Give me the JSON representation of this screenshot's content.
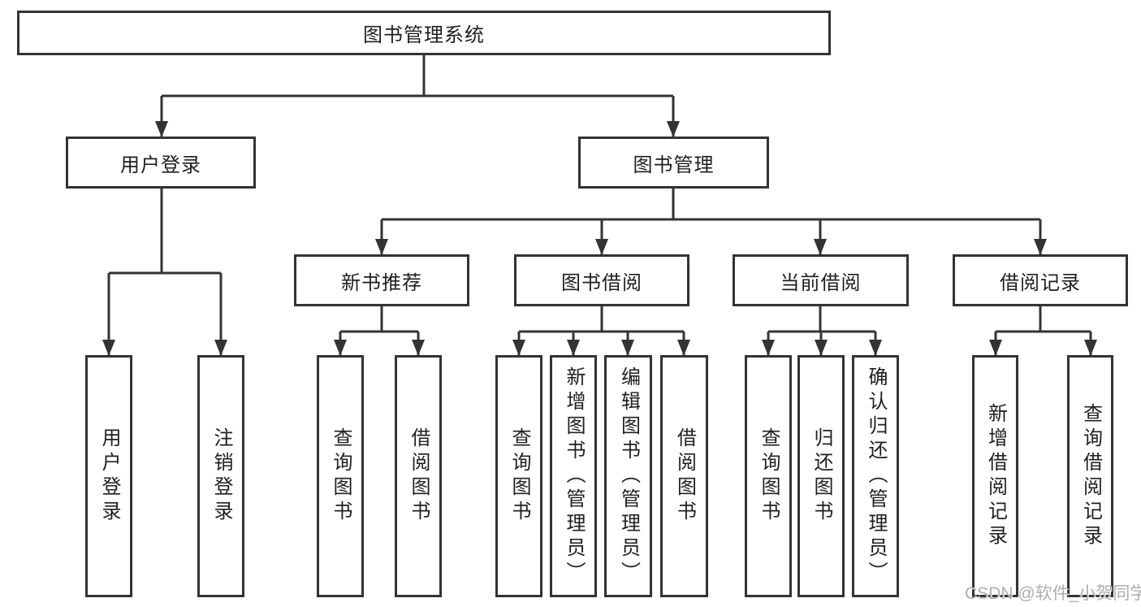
{
  "diagram": {
    "type": "tree",
    "root": {
      "label": "图书管理系统",
      "children": [
        {
          "label": "用户登录",
          "children": [
            {
              "label": "用户登录"
            },
            {
              "label": "注销登录"
            }
          ]
        },
        {
          "label": "图书管理",
          "children": [
            {
              "label": "新书推荐",
              "children": [
                {
                  "label": "查询图书"
                },
                {
                  "label": "借阅图书"
                }
              ]
            },
            {
              "label": "图书借阅",
              "children": [
                {
                  "label": "查询图书"
                },
                {
                  "label": "新增图书（管理员）"
                },
                {
                  "label": "编辑图书（管理员）"
                },
                {
                  "label": "借阅图书"
                }
              ]
            },
            {
              "label": "当前借阅",
              "children": [
                {
                  "label": "查询图书"
                },
                {
                  "label": "归还图书"
                },
                {
                  "label": "确认归还（管理员）"
                }
              ]
            },
            {
              "label": "借阅记录",
              "children": [
                {
                  "label": "新增借阅记录"
                },
                {
                  "label": "查询借阅记录"
                }
              ]
            }
          ]
        }
      ]
    }
  },
  "watermark": {
    "text": "CSDN @软件_小贺同学"
  },
  "colors": {
    "line": "#333333",
    "box_border": "#333333",
    "box_fill": "#ffffff",
    "text": "#1f1f1f",
    "background": "#ffffff",
    "watermark": "#aeaeae"
  }
}
